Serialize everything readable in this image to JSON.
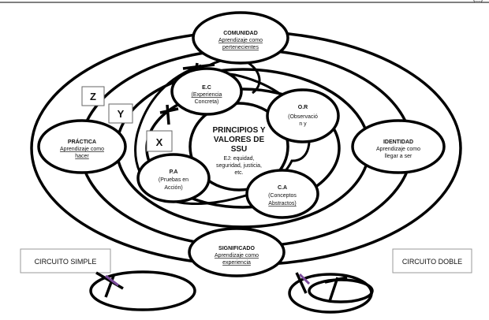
{
  "header_fragment": "(...)",
  "center": {
    "line1": "PRINCIPIOS Y",
    "line2": "VALORES DE",
    "line3": "SSU",
    "example1": "EJ: equidad,",
    "example2": "seguridad, justicia,",
    "example3": "etc."
  },
  "comunidad": {
    "title": "COMUNIDAD",
    "line1": "Aprendizaje como",
    "line2": "pertenecientes"
  },
  "practica": {
    "title": "PRÁCTICA",
    "line1": "Aprendizaje como",
    "line2": "hacer"
  },
  "identidad": {
    "title": "IDENTIDAD",
    "line1": "Aprendizaje como",
    "line2": "llegar a ser"
  },
  "significado": {
    "title": "SIGNIFICADO",
    "line1": "Aprendizaje como",
    "line2": "experiencia"
  },
  "ec": {
    "title": "E.C",
    "line1": "(Experiencia",
    "line2": "Concreta)"
  },
  "or": {
    "title": "O.R",
    "line1": "(Observació",
    "line2": "n y"
  },
  "pa": {
    "title": "P.A",
    "line1": "(Pruebas en",
    "line2": "Acción)"
  },
  "ca": {
    "title": "C.A",
    "line1": "(Conceptos",
    "line2": "Abstractos)"
  },
  "labels": {
    "z": "Z",
    "y": "Y",
    "x": "X"
  },
  "circuito_simple": "CIRCUITO SIMPLE",
  "circuito_doble": "CIRCUITO DOBLE"
}
